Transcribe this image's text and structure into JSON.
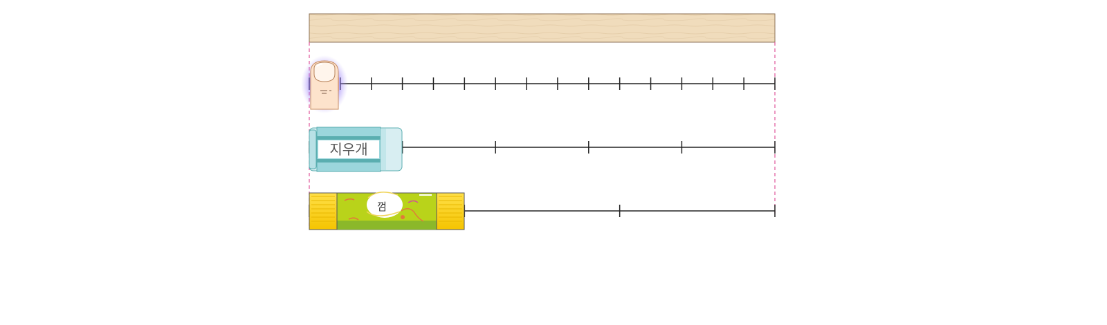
{
  "colors": {
    "wood": "#f0dcbc",
    "wood_grain": "#e2c9a3",
    "wood_border": "#8c7256",
    "guide_line": "#e0559a",
    "scale_line": "#222222",
    "finger_skin": "#fde3cc",
    "finger_glow": "#7a55f0",
    "eraser_body": "#9bd6dc",
    "eraser_stripe": "#5aaeb0",
    "eraser_cap": "#d8eef2",
    "gum_yellow": "#ffd21a",
    "gum_green": "#b9d31a",
    "gum_dark_green": "#8bb82a"
  },
  "board": {
    "name": "wooden-strip",
    "material": "wood"
  },
  "rows": [
    {
      "name": "finger",
      "units_to_fill": 15,
      "icon": "fingertip-icon",
      "highlighted": true
    },
    {
      "name": "eraser",
      "units_to_fill": 5,
      "icon": "eraser-icon",
      "label": "지우개"
    },
    {
      "name": "gum",
      "units_to_fill": 3,
      "icon": "gum-pack-icon",
      "label": "껌"
    }
  ]
}
